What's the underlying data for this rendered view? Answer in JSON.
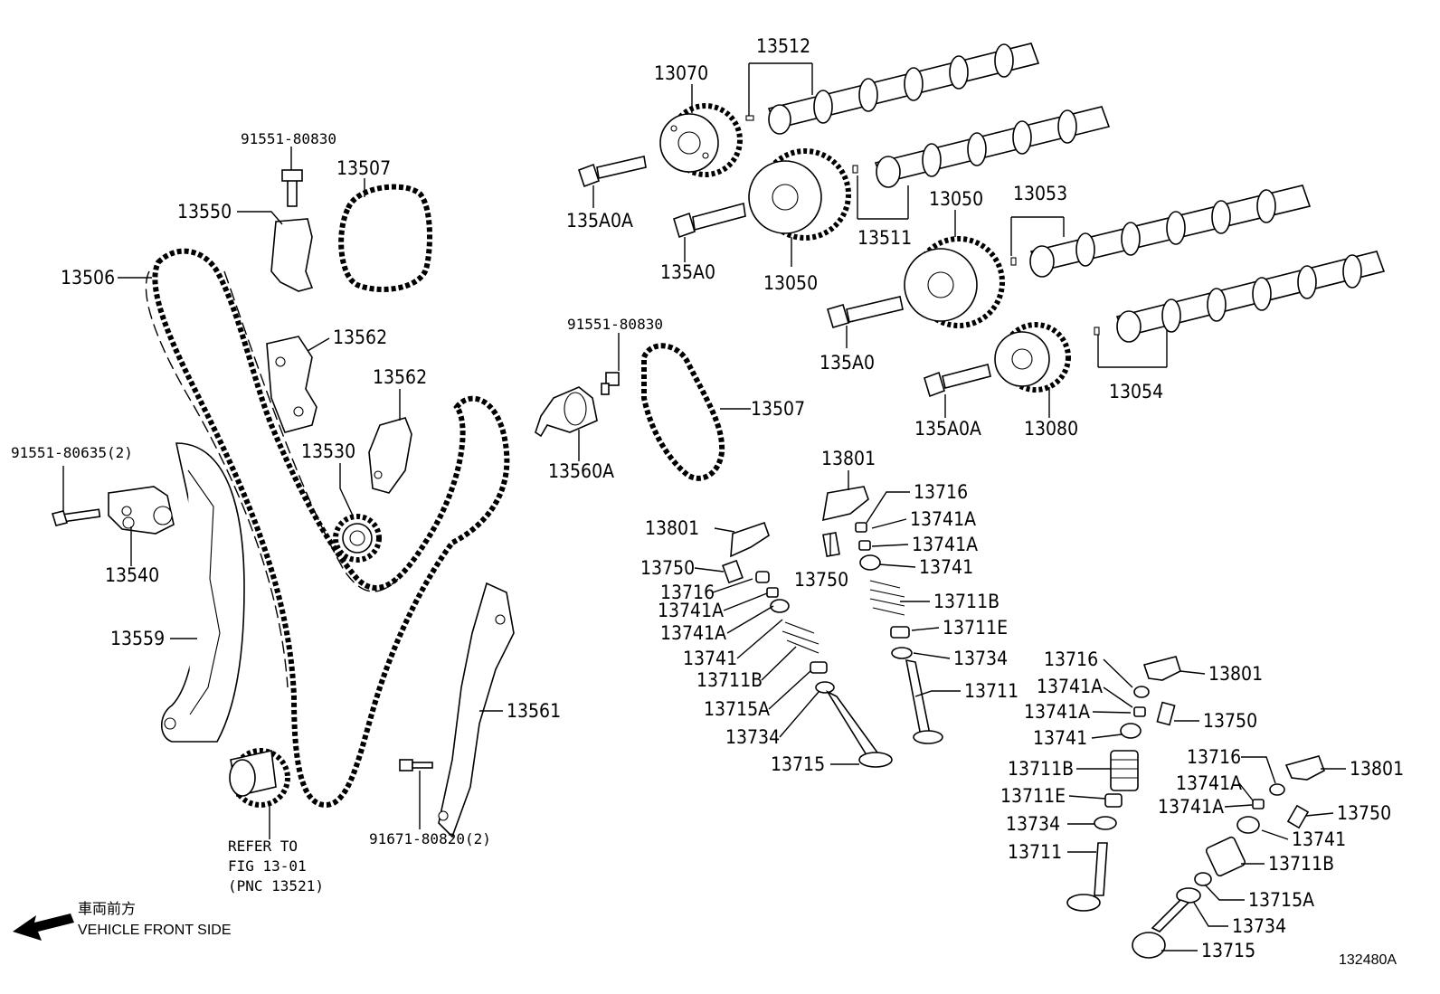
{
  "labels": {
    "p13512": "13512",
    "p13070": "13070",
    "p91551_80830_a": "91551-80830",
    "p13507_a": "13507",
    "p13550": "13550",
    "p135A0A_a": "135A0A",
    "p135A0_a": "135A0",
    "p13050_a": "13050",
    "p13511": "13511",
    "p13050_b": "13050",
    "p13053": "13053",
    "p13506": "13506",
    "p13562_a": "13562",
    "p13562_b": "13562",
    "p91551_80830_b": "91551-80830",
    "p135A0_b": "135A0",
    "p13054": "13054",
    "p13507_b": "13507",
    "p135A0A_b": "135A0A",
    "p13080": "13080",
    "p13530": "13530",
    "p91551_80635": "91551-80635(2)",
    "p13560A": "13560A",
    "p13801_a": "13801",
    "p13716_a": "13716",
    "p13741A_a": "13741A",
    "p13741A_b": "13741A",
    "p13801_b": "13801",
    "p13741_a": "13741",
    "p13540": "13540",
    "p13750_a": "13750",
    "p13750_b": "13750",
    "p13716_b": "13716",
    "p13711B_a": "13711B",
    "p13741A_c": "13741A",
    "p13711E_a": "13711E",
    "p13559": "13559",
    "p13741A_d": "13741A",
    "p13734_a": "13734",
    "p13741_b": "13741",
    "p13716_c": "13716",
    "p13801_c": "13801",
    "p13711B_b": "13711B",
    "p13711_a": "13711",
    "p13741A_e": "13741A",
    "p13715A_a": "13715A",
    "p13561": "13561",
    "p13741A_f": "13741A",
    "p13750_c": "13750",
    "p13734_b": "13734",
    "p13741_c": "13741",
    "p13716_d": "13716",
    "p13715_a": "13715",
    "p13801_d": "13801",
    "p13711B_c": "13711B",
    "p13741A_g": "13741A",
    "p13711E_b": "13711E",
    "p13741A_h": "13741A",
    "p13750_d": "13750",
    "p91671_80820": "91671-80820(2)",
    "p13734_c": "13734",
    "p13741_d": "13741",
    "p13711_b": "13711",
    "p13711B_d": "13711B",
    "p13715A_b": "13715A",
    "p13734_d": "13734",
    "p13715_b": "13715"
  },
  "notes": {
    "refer_line1": "REFER TO",
    "refer_line2": "FIG 13-01",
    "refer_line3": "(PNC 13521)",
    "front_jp": "車両前方",
    "front_en": "VEHICLE FRONT SIDE",
    "figure_id": "132480A"
  },
  "icons": {
    "direction": "arrow-left-icon"
  },
  "colors": {
    "line": "#000000",
    "background": "#ffffff",
    "shade": "#bdbdbd"
  }
}
